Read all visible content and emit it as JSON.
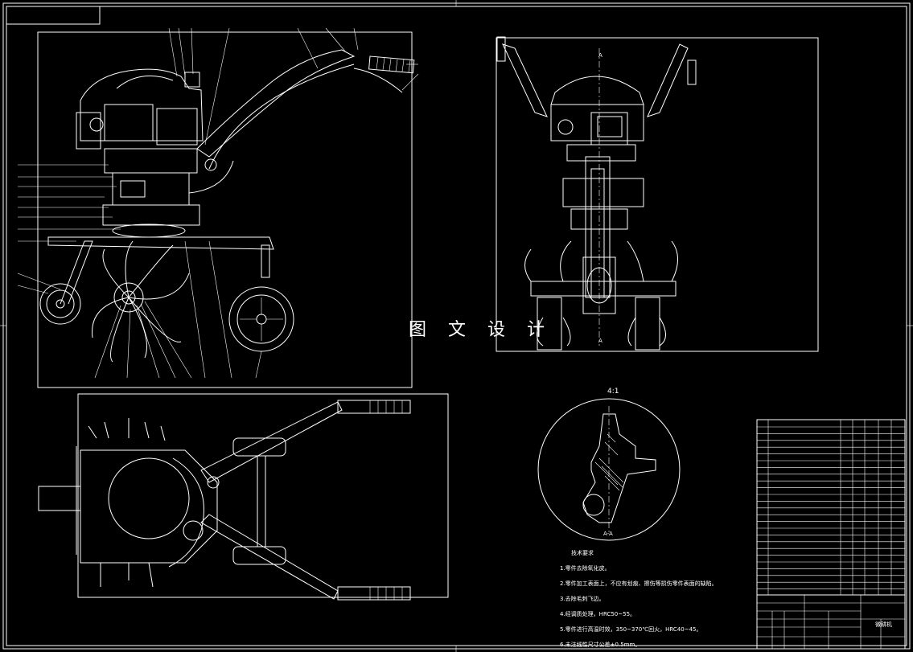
{
  "watermark": "图 文 设 计",
  "detail_scale_label": "4:1",
  "section_label": "A-A",
  "section_marker_top": "A",
  "section_marker_bottom": "A",
  "tech_requirements": {
    "heading": "技术要求",
    "items": [
      "1.零件去除氧化皮。",
      "2.零件加工表面上，不应有划痕、擦伤等损伤零件表面的缺陷。",
      "3.去除毛刺飞边。",
      "4.经调质处理，HRC50~55。",
      "5.零件进行高温时效，350~370℃回火，HRC40~45。",
      "6.未注线性尺寸公差±0.5mm。"
    ]
  },
  "title_block": {
    "name": "微耕机"
  },
  "colors": {
    "background": "#000000",
    "lines": "#ffffff"
  }
}
